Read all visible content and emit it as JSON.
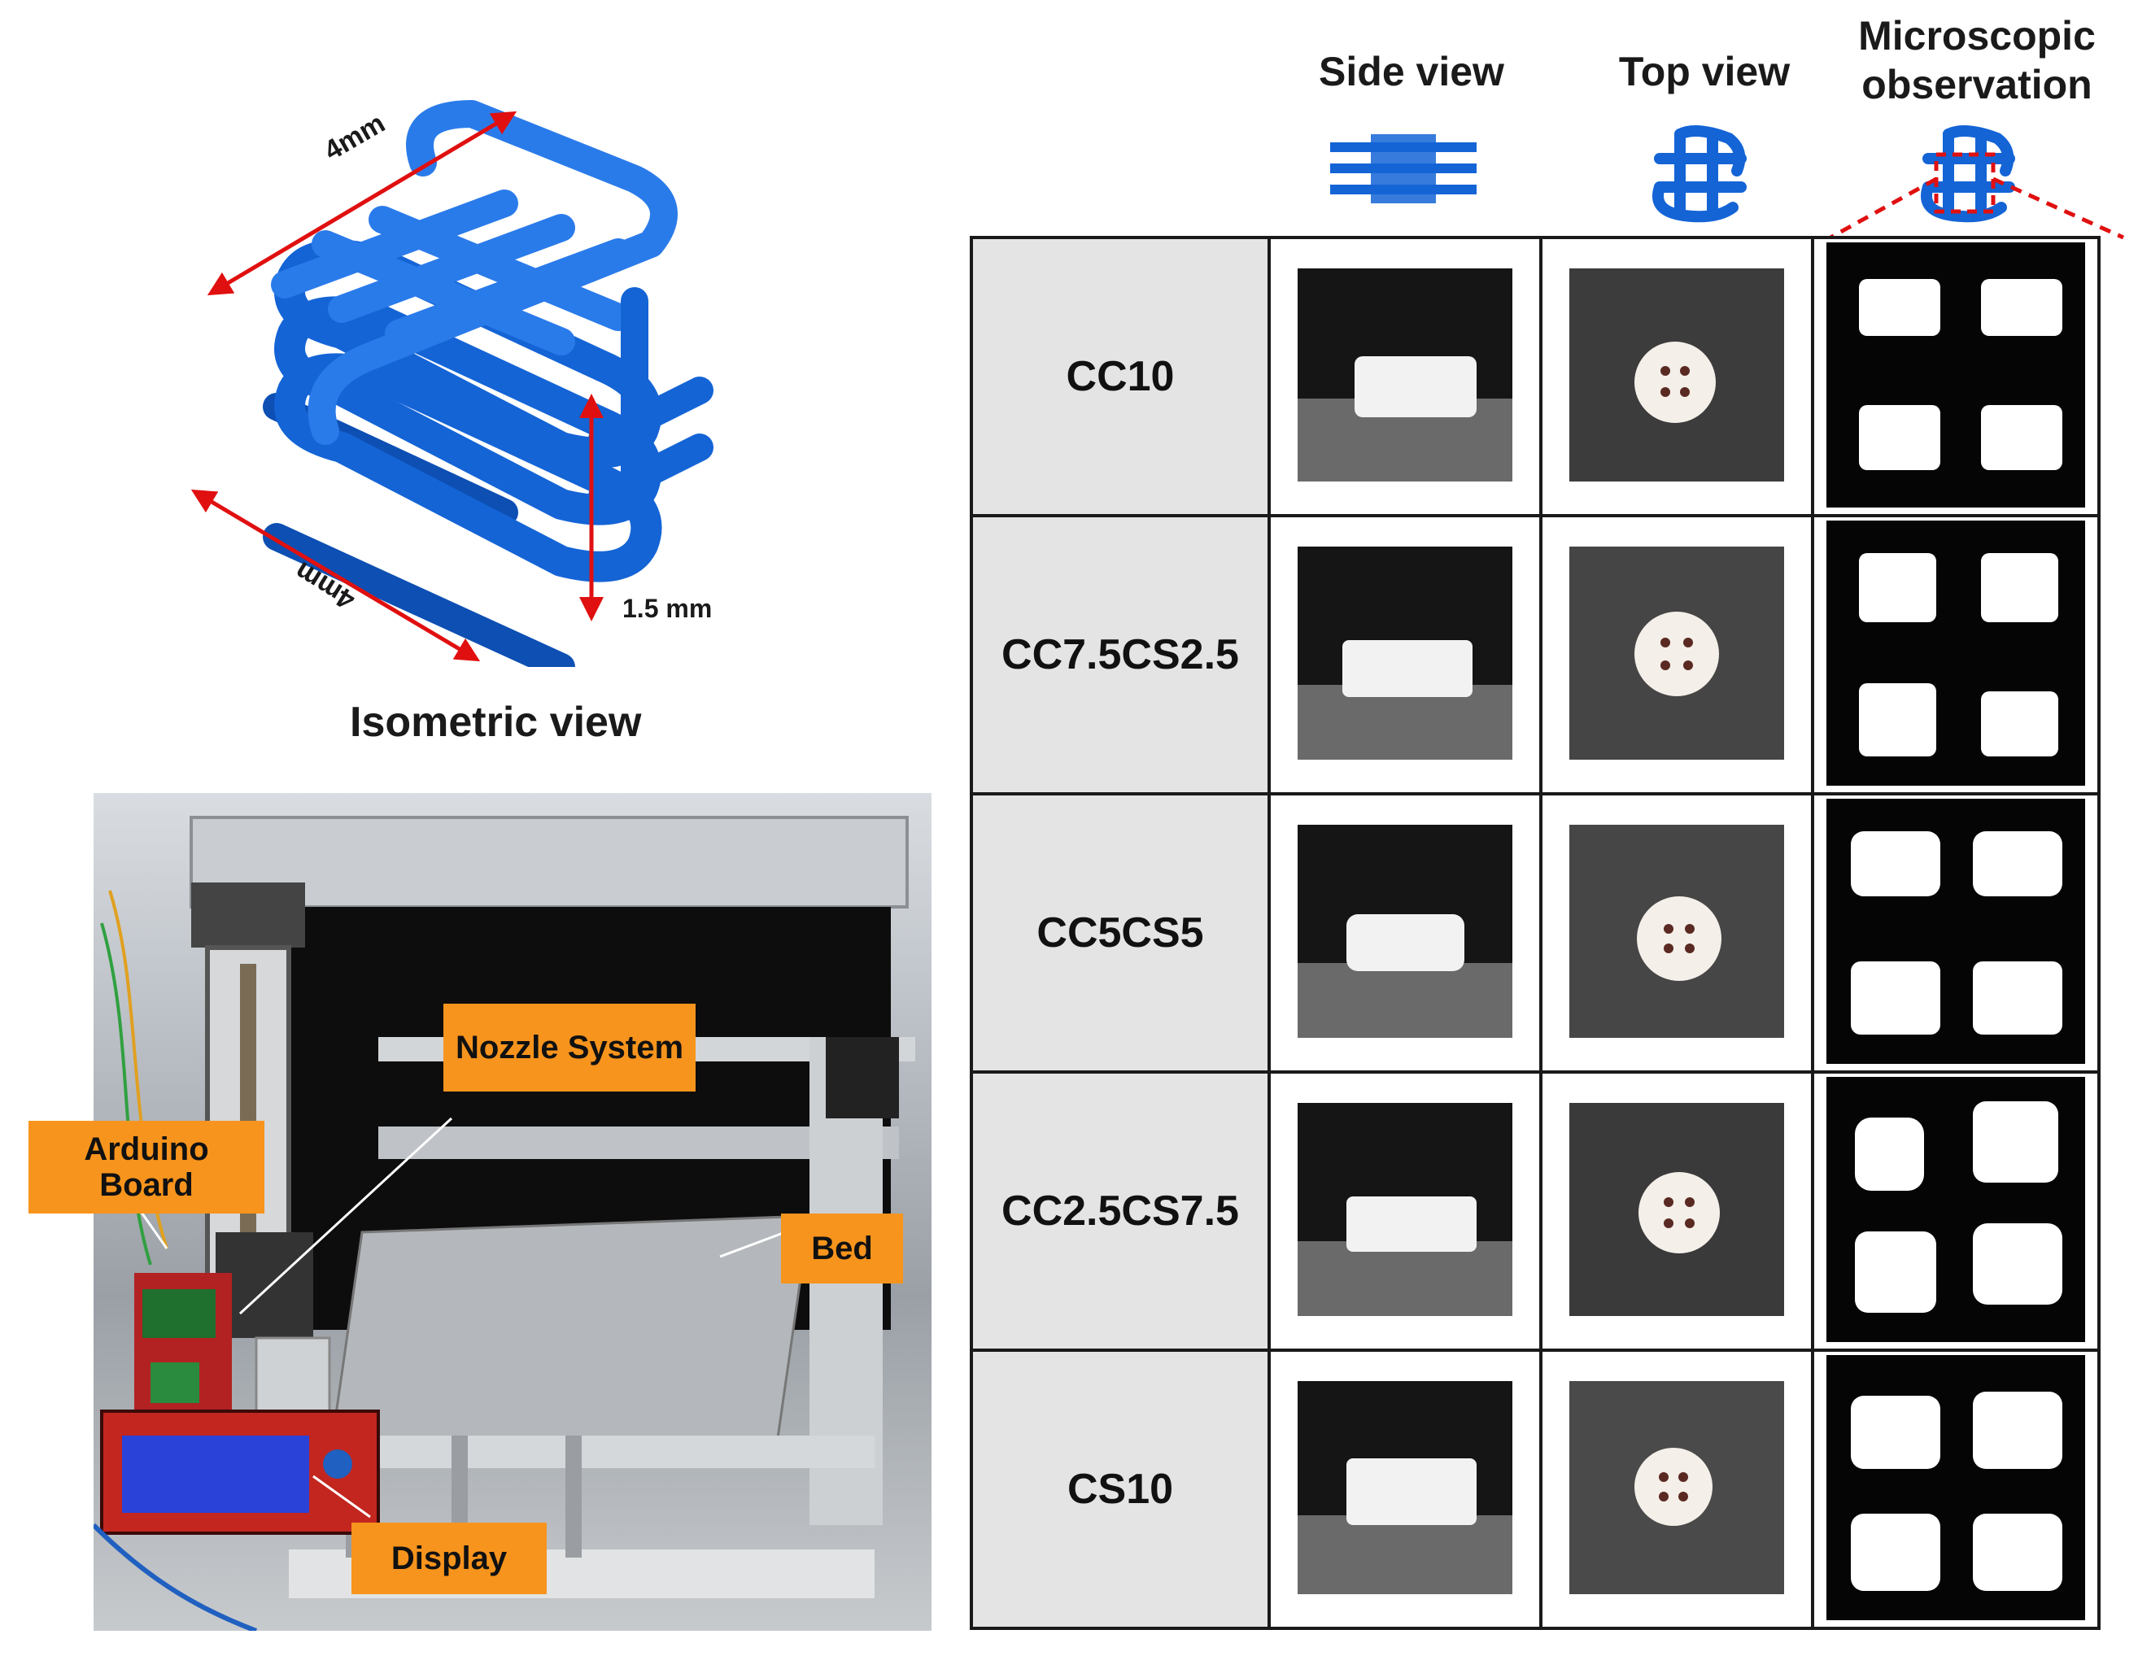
{
  "isometric": {
    "dim_top": "4mm",
    "dim_bottom": "4mm",
    "dim_height": "1.5 mm",
    "caption": "Isometric view"
  },
  "column_headers": {
    "side": "Side view",
    "top": "Top view",
    "micro": "Microscopic observation"
  },
  "rows": [
    {
      "name": "CC10"
    },
    {
      "name": "CC7.5CS2.5"
    },
    {
      "name": "CC5CS5"
    },
    {
      "name": "CC2.5CS7.5"
    },
    {
      "name": "CS10"
    }
  ],
  "printer_labels": {
    "nozzle": "Nozzle System",
    "arduino": "Arduino Board",
    "bed": "Bed",
    "display": "Display"
  },
  "colors": {
    "model_blue": "#1464d6",
    "arrow_red": "#e01010",
    "tag_orange": "#f7941d"
  }
}
